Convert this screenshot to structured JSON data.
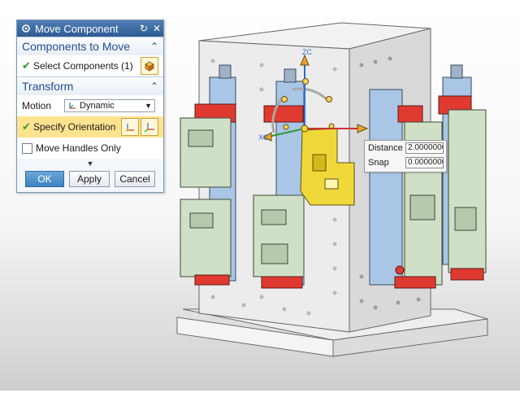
{
  "dialog": {
    "title": "Move Component",
    "components_section": {
      "header": "Components to Move",
      "select_label": "Select Components (1)"
    },
    "transform_section": {
      "header": "Transform",
      "motion_label": "Motion",
      "motion_value": "Dynamic",
      "specify_orientation_label": "Specify Orientation",
      "move_handles_label": "Move Handles Only"
    },
    "buttons": {
      "ok": "OK",
      "apply": "Apply",
      "cancel": "Cancel"
    }
  },
  "float_panel": {
    "distance_label": "Distance",
    "distance_value": "2.0000000",
    "snap_label": "Snap",
    "snap_value": "0.0000000"
  },
  "axes": {
    "zc": "ZC",
    "xc": "XC"
  },
  "colors": {
    "accent": "#1d4f91",
    "selection": "#f0d83a",
    "clamp_red": "#e03a30",
    "fixture_blue": "#a9c6e6",
    "fixture_green": "#cfe0c6",
    "block_gray": "#e8e8e8"
  }
}
